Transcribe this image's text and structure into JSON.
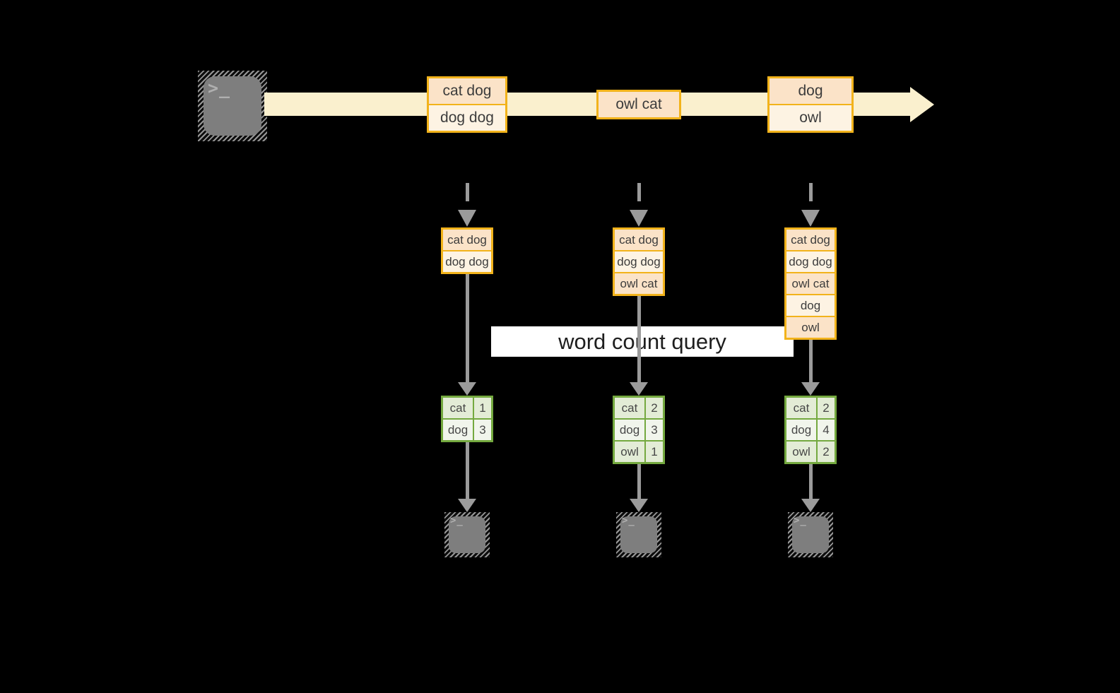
{
  "banner": {
    "label": "word count query"
  },
  "stream": {
    "events": [
      {
        "rows": [
          "cat dog",
          "dog dog"
        ]
      },
      {
        "rows": [
          "owl cat"
        ]
      },
      {
        "rows": [
          "dog",
          "owl"
        ]
      }
    ]
  },
  "columns": [
    {
      "state_rows": [
        "cat dog",
        "dog dog"
      ],
      "counts": [
        {
          "word": "cat",
          "count": "1"
        },
        {
          "word": "dog",
          "count": "3"
        }
      ]
    },
    {
      "state_rows": [
        "cat dog",
        "dog dog",
        "owl cat"
      ],
      "counts": [
        {
          "word": "cat",
          "count": "2"
        },
        {
          "word": "dog",
          "count": "3"
        },
        {
          "word": "owl",
          "count": "1"
        }
      ]
    },
    {
      "state_rows": [
        "cat dog",
        "dog dog",
        "owl cat",
        "dog",
        "owl"
      ],
      "counts": [
        {
          "word": "cat",
          "count": "2"
        },
        {
          "word": "dog",
          "count": "4"
        },
        {
          "word": "owl",
          "count": "2"
        }
      ]
    }
  ],
  "icons": {
    "terminal_glyph": ">_"
  },
  "colors": {
    "background": "#000000",
    "stream_band": "#FAF0CE",
    "box_border": "#F2B31B",
    "row_peach": "#FBE3C8",
    "row_cream": "#FDF3E3",
    "table_border": "#74A93F",
    "table_sage": "#E3ECD6",
    "table_light": "#F1F5EC",
    "arrow_gray": "#9B9B9B",
    "terminal_gray": "#7E7E7E",
    "banner_bg": "#FFFFFF"
  }
}
